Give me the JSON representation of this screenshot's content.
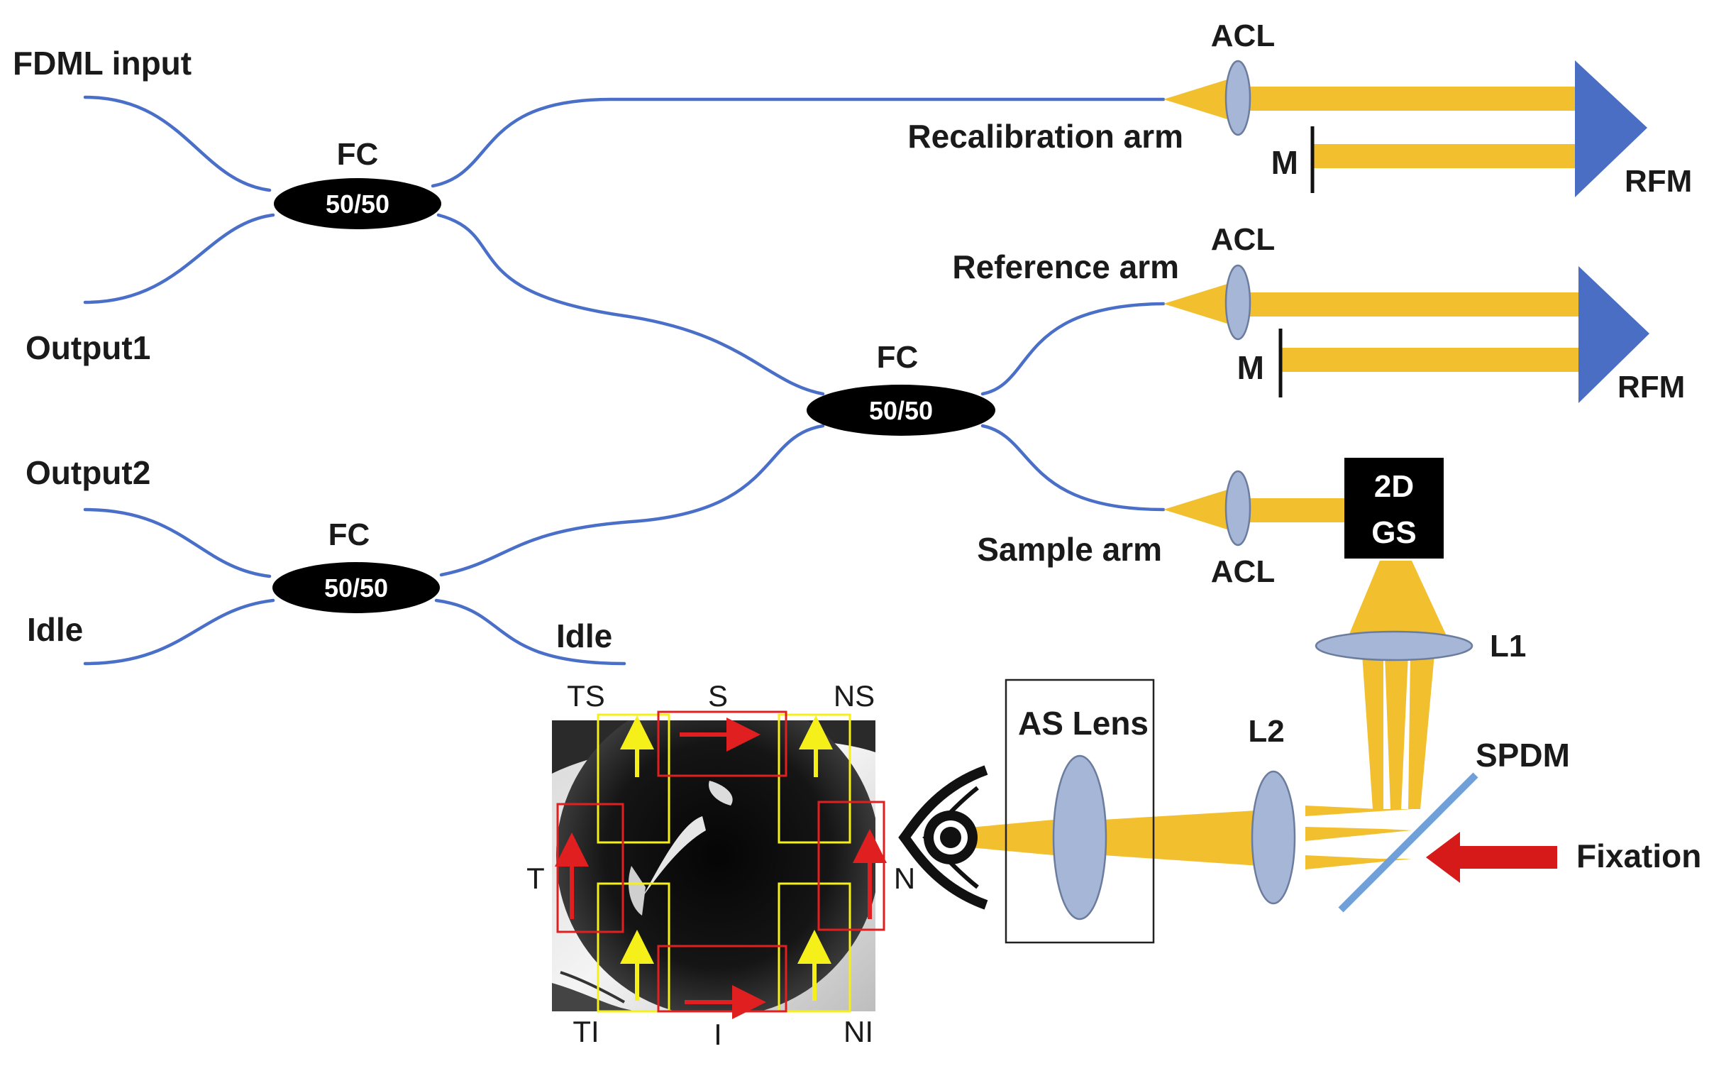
{
  "labels": {
    "fdml_input": "FDML input",
    "output1": "Output1",
    "output2": "Output2",
    "idle_left": "Idle",
    "idle_right": "Idle",
    "fc_top": "FC",
    "fc_mid": "FC",
    "fc_bottom": "FC",
    "ratio_top": "50/50",
    "ratio_mid": "50/50",
    "ratio_bottom": "50/50",
    "recalibration_arm": "Recalibration arm",
    "reference_arm": "Reference arm",
    "sample_arm": "Sample arm",
    "acl_recal": "ACL",
    "acl_ref": "ACL",
    "acl_sample": "ACL",
    "m_recal": "M",
    "m_ref": "M",
    "rfm_recal": "RFM",
    "rfm_ref": "RFM",
    "gs_line1": "2D",
    "gs_line2": "GS",
    "l1": "L1",
    "l2": "L2",
    "as_lens": "AS Lens",
    "spdm": "SPDM",
    "fixation": "Fixation",
    "eye_ts": "TS",
    "eye_s": "S",
    "eye_ns": "NS",
    "eye_t": "T",
    "eye_n": "N",
    "eye_ti": "TI",
    "eye_i": "I",
    "eye_ni": "NI"
  },
  "colors": {
    "fiber": "#4a6fc9",
    "beam": "#f2bf2e",
    "lens": "#a6b6d6",
    "prism": "#4a6ec4",
    "coupler": "#000000",
    "fixation_arrow": "#d61a1a",
    "spdm_mirror": "#6fa0da",
    "yellow_box": "#f5f01a",
    "red_box": "#e02020"
  }
}
